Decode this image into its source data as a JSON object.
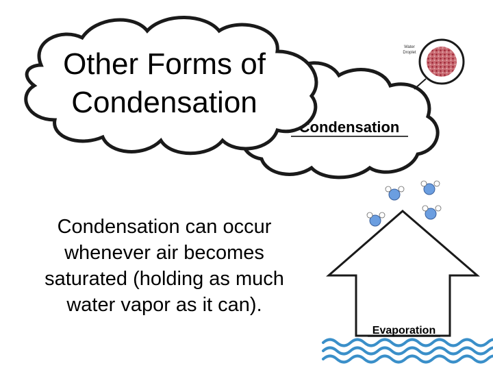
{
  "slide": {
    "title_lines": [
      "Other Forms of",
      "Condensation"
    ],
    "body_lines": [
      "Condensation can occur",
      "whenever air becomes",
      "saturated (holding as much",
      "water vapor as it can)."
    ]
  },
  "illustration": {
    "cloud_label": "Condensation",
    "arrow_label": "Evaporation",
    "droplet_label_lines": [
      "Water",
      "Droplet"
    ],
    "colors": {
      "water": "#3a8fc9",
      "molecule": "#6b9ee0",
      "droplet": "#b23a4a",
      "outline": "#1a1a1a"
    }
  }
}
